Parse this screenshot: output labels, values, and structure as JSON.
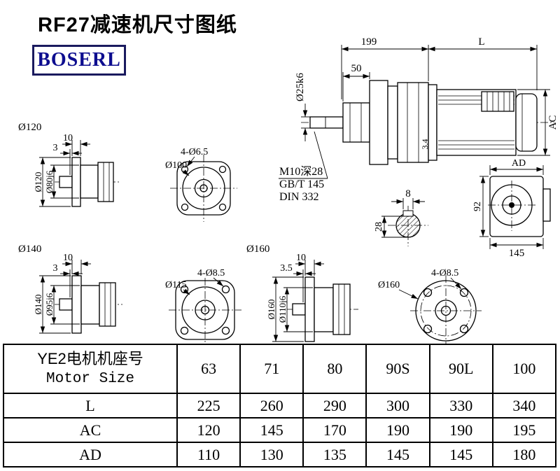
{
  "title": "RF27减速机尺寸图纸",
  "logo": "BOSERL",
  "colors": {
    "logo_navy": "#0d0d8f",
    "logo_border": "#1a1a5e",
    "line_black": "#000000",
    "background": "#ffffff"
  },
  "dims": {
    "d199": "199",
    "dL": "L",
    "d50": "50",
    "dia25": "Ø25k6",
    "dAC": "AC",
    "d34": "3.4",
    "note1": "M10深28",
    "note2": "GB/T 145",
    "note3": "DIN 332",
    "dAD": "AD",
    "d92": "92",
    "d145": "145",
    "d8": "8",
    "d28": "28",
    "v1_label": "Ø120",
    "v1_d10": "10",
    "v1_d3": "3",
    "v1_dia": "Ø120",
    "v1_hub": "Ø80j6",
    "f1_holes": "4-Ø6.5",
    "f1_dia": "Ø100",
    "v2_label": "Ø140",
    "v2_d10": "10",
    "v2_d3": "3",
    "v2_dia": "Ø140",
    "v2_hub": "Ø95j6",
    "f2_holes": "4-Ø8.5",
    "f2_dia": "Ø115",
    "v3_label": "Ø160",
    "v3_d10": "10",
    "v3_d35": "3.5",
    "v3_dia": "Ø160",
    "v3_hub": "Ø110j6",
    "f3_holes": "4-Ø8.5",
    "f3_dia": "Ø160"
  },
  "table": {
    "header": {
      "label_cn": "YE2电机机座号",
      "label_en": "Motor Size",
      "sizes": [
        "63",
        "71",
        "80",
        "90S",
        "90L",
        "100"
      ]
    },
    "rows": [
      {
        "label": "L",
        "values": [
          "225",
          "260",
          "290",
          "300",
          "330",
          "340"
        ]
      },
      {
        "label": "AC",
        "values": [
          "120",
          "145",
          "170",
          "190",
          "190",
          "195"
        ]
      },
      {
        "label": "AD",
        "values": [
          "110",
          "130",
          "135",
          "145",
          "145",
          "180"
        ]
      }
    ]
  }
}
